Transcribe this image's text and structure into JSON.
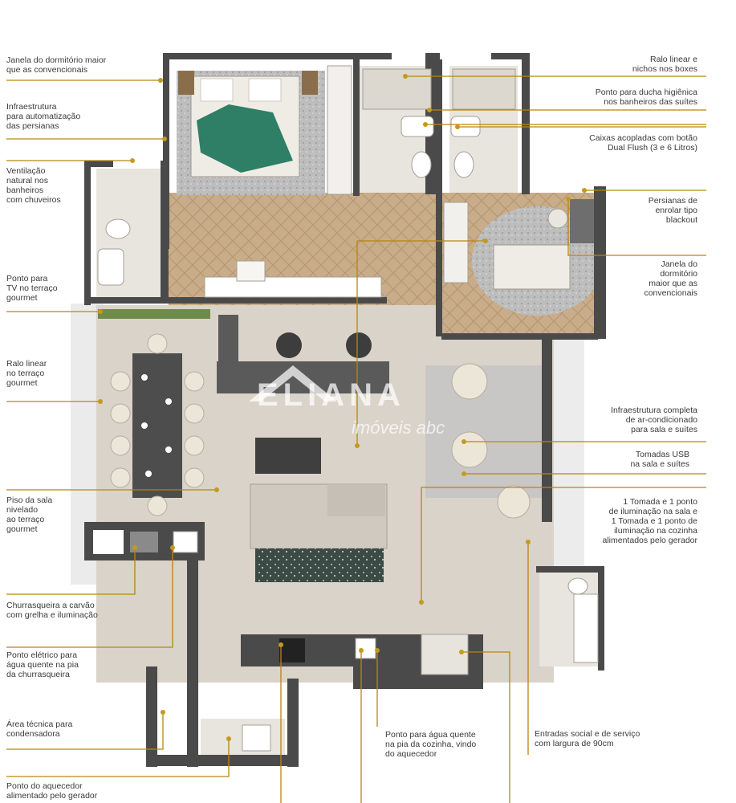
{
  "colors": {
    "wall": "#4a4a4a",
    "wall_dark": "#3a3a3a",
    "floor_stone": "#d9d3c9",
    "floor_wood": "#c9ad8a",
    "rug_gray": "#a9a9a9",
    "callout_line": "#b8860b",
    "callout_dot": "#c49a1e",
    "bed_green": "#2f7f66",
    "terrace_floor": "#cfcac2",
    "grass": "#6f8b4a"
  },
  "watermark": {
    "title": "ELIANA",
    "subtitle": "imóveis abc"
  },
  "annotations": {
    "left": [
      {
        "id": "janela-dormitorio-esq",
        "text": "Janela do dormitório maior\nque as convencionais"
      },
      {
        "id": "automacao-persianas",
        "text": "Infraestrutura\npara automatização\ndas persianas"
      },
      {
        "id": "ventilacao-natural",
        "text": "Ventilação\nnatural nos\nbanheiros\ncom chuveiros"
      },
      {
        "id": "ponto-tv-terraco",
        "text": "Ponto para\nTV no terraço\ngourmet"
      },
      {
        "id": "ralo-terraco",
        "text": "Ralo linear\nno terraço\ngourmet"
      },
      {
        "id": "piso-nivelado",
        "text": "Piso da sala\nnivelado\nao terraço\ngourmet"
      },
      {
        "id": "churrasqueira",
        "text": "Churrasqueira  a carvão\ncom grelha e iluminação"
      },
      {
        "id": "ponto-eletrico-churrasqueira",
        "text": "Ponto elétrico para\nágua quente na pia\nda churrasqueira"
      },
      {
        "id": "area-tecnica",
        "text": "Área técnica para\ncondensadora"
      },
      {
        "id": "ponto-aquecedor",
        "text": "Ponto do aquecedor\nalimentado pelo gerador"
      }
    ],
    "right": [
      {
        "id": "ralo-boxes",
        "text": "Ralo linear e\nnichos nos boxes"
      },
      {
        "id": "ducha-higienica",
        "text": "Ponto para ducha higiênica\nnos banheiros das suítes"
      },
      {
        "id": "caixas-acopladas",
        "text": "Caixas acopladas com botão\nDual Flush (3 e 6 Litros)"
      },
      {
        "id": "persianas-blackout",
        "text": "Persianas de\nenrolar tipo\nblackout"
      },
      {
        "id": "janela-dormitorio-dir",
        "text": "Janela do\ndormitório\nmaior que as\nconvencionais"
      },
      {
        "id": "ar-condicionado",
        "text": "Infraestrutura completa\nde ar-condicionado\npara sala e suítes"
      },
      {
        "id": "tomadas-usb",
        "text": "Tomadas USB\nna sala e suítes"
      },
      {
        "id": "tomada-gerador",
        "text": "1 Tomada e 1 ponto\nde iluminação na sala e\n1 Tomada e 1 ponto de\niluminação na cozinha\nalimentados pelo gerador"
      }
    ],
    "bottom": [
      {
        "id": "agua-quente-cozinha",
        "text": "Ponto para água quente\nna pia da cozinha, vindo\ndo aquecedor"
      },
      {
        "id": "entradas",
        "text": "Entradas social e de serviço\ncom largura de 90cm"
      }
    ]
  }
}
